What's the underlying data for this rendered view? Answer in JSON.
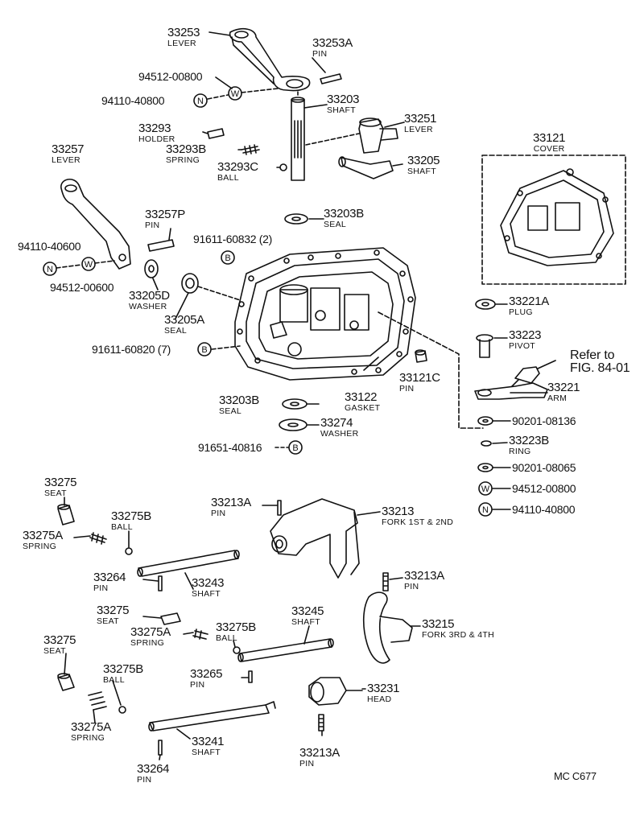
{
  "footer_code": "MC C677",
  "refer_to": [
    "Refer to",
    "FIG. 84-01"
  ],
  "parts": {
    "p33253": {
      "num": "33253",
      "name": "LEVER"
    },
    "p33253a": {
      "num": "33253A",
      "name": "PIN"
    },
    "r94512_00800_top": "94512-00800",
    "r94110_40800_top": "94110-40800",
    "p33203": {
      "num": "33203",
      "name": "SHAFT"
    },
    "p33251": {
      "num": "33251",
      "name": "LEVER"
    },
    "p33293": {
      "num": "33293",
      "name": "HOLDER"
    },
    "p33293b": {
      "num": "33293B",
      "name": "SPRING"
    },
    "p33293c": {
      "num": "33293C",
      "name": "BALL"
    },
    "p33205": {
      "num": "33205",
      "name": "SHAFT"
    },
    "p33121": {
      "num": "33121",
      "name": "COVER"
    },
    "p33257": {
      "num": "33257",
      "name": "LEVER"
    },
    "p33203b_top": {
      "num": "33203B",
      "name": "SEAL"
    },
    "p33257p": {
      "num": "33257P",
      "name": "PIN"
    },
    "r91611_60832": "91611-60832 (2)",
    "r94110_40600": "94110-40600",
    "r94512_00600": "94512-00600",
    "p33205d": {
      "num": "33205D",
      "name": "WASHER"
    },
    "p33205a": {
      "num": "33205A",
      "name": "SEAL"
    },
    "r91611_60820": "91611-60820 (7)",
    "p33221a": {
      "num": "33221A",
      "name": "PLUG"
    },
    "p33223": {
      "num": "33223",
      "name": "PIVOT"
    },
    "p33221": {
      "num": "33221",
      "name": "ARM"
    },
    "p33121c": {
      "num": "33121C",
      "name": "PIN"
    },
    "p33122": {
      "num": "33122",
      "name": "GASKET"
    },
    "p33203b_bot": {
      "num": "33203B",
      "name": "SEAL"
    },
    "p33274": {
      "num": "33274",
      "name": "WASHER"
    },
    "r91651_40816": "91651-40816",
    "r90201_08136": "90201-08136",
    "p33223b": {
      "num": "33223B",
      "name": "RING"
    },
    "r90201_08065": "90201-08065",
    "r94512_00800_bot": "94512-00800",
    "r94110_40800_bot": "94110-40800",
    "p33275_a": {
      "num": "33275",
      "name": "SEAT"
    },
    "p33275b_a": {
      "num": "33275B",
      "name": "BALL"
    },
    "p33275a_a": {
      "num": "33275A",
      "name": "SPRING"
    },
    "p33213a_a": {
      "num": "33213A",
      "name": "PIN"
    },
    "p33213": {
      "num": "33213",
      "name": "FORK 1ST & 2ND"
    },
    "p33264_a": {
      "num": "33264",
      "name": "PIN"
    },
    "p33243": {
      "num": "33243",
      "name": "SHAFT"
    },
    "p33213a_b": {
      "num": "33213A",
      "name": "PIN"
    },
    "p33275_b": {
      "num": "33275",
      "name": "SEAT"
    },
    "p33275a_b": {
      "num": "33275A",
      "name": "SPRING"
    },
    "p33275b_b": {
      "num": "33275B",
      "name": "BALL"
    },
    "p33245": {
      "num": "33245",
      "name": "SHAFT"
    },
    "p33215": {
      "num": "33215",
      "name": "FORK 3RD & 4TH"
    },
    "p33275_c": {
      "num": "33275",
      "name": "SEAT"
    },
    "p33275b_c": {
      "num": "33275B",
      "name": "BALL"
    },
    "p33265": {
      "num": "33265",
      "name": "PIN"
    },
    "p33231": {
      "num": "33231",
      "name": "HEAD"
    },
    "p33275a_c": {
      "num": "33275A",
      "name": "SPRING"
    },
    "p33241": {
      "num": "33241",
      "name": "SHAFT"
    },
    "p33213a_c": {
      "num": "33213A",
      "name": "PIN"
    },
    "p33264_b": {
      "num": "33264",
      "name": "PIN"
    }
  },
  "symbols": {
    "nut": "N",
    "washer": "W",
    "bolt": "B"
  }
}
